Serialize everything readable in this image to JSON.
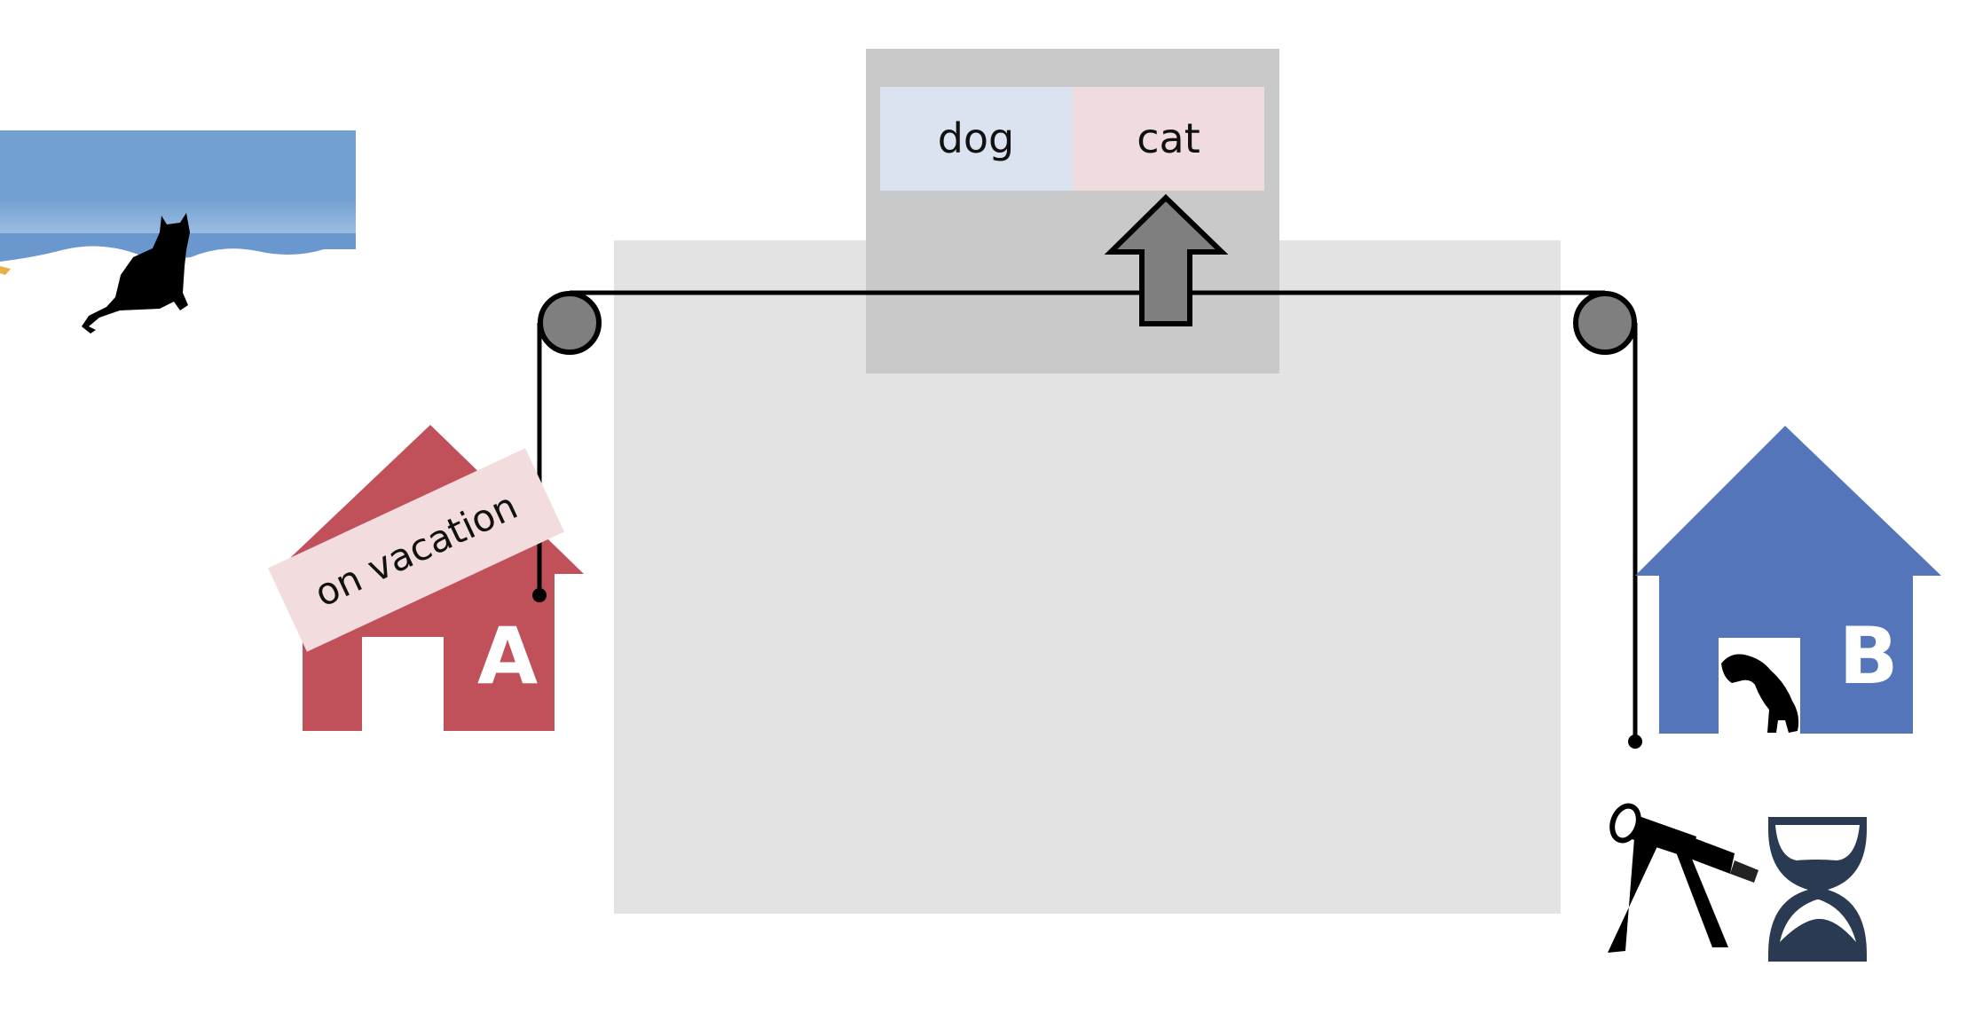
{
  "panel": {
    "left_label": "dog",
    "right_label": "cat"
  },
  "house_a": {
    "letter": "A",
    "sign": "on vacation"
  },
  "house_b": {
    "letter": "B"
  },
  "colors": {
    "house_a": "#c0505a",
    "house_b": "#5575bb",
    "dog_cell": "#dce3f0",
    "cat_cell": "#f0dcdf",
    "sign": "#f2dcde",
    "hourglass": "#2a3a52"
  },
  "icons": [
    "beach-scene",
    "cat-icon",
    "pulley-icon",
    "up-arrow-icon",
    "dog-icon",
    "telescope-icon",
    "hourglass-icon"
  ]
}
